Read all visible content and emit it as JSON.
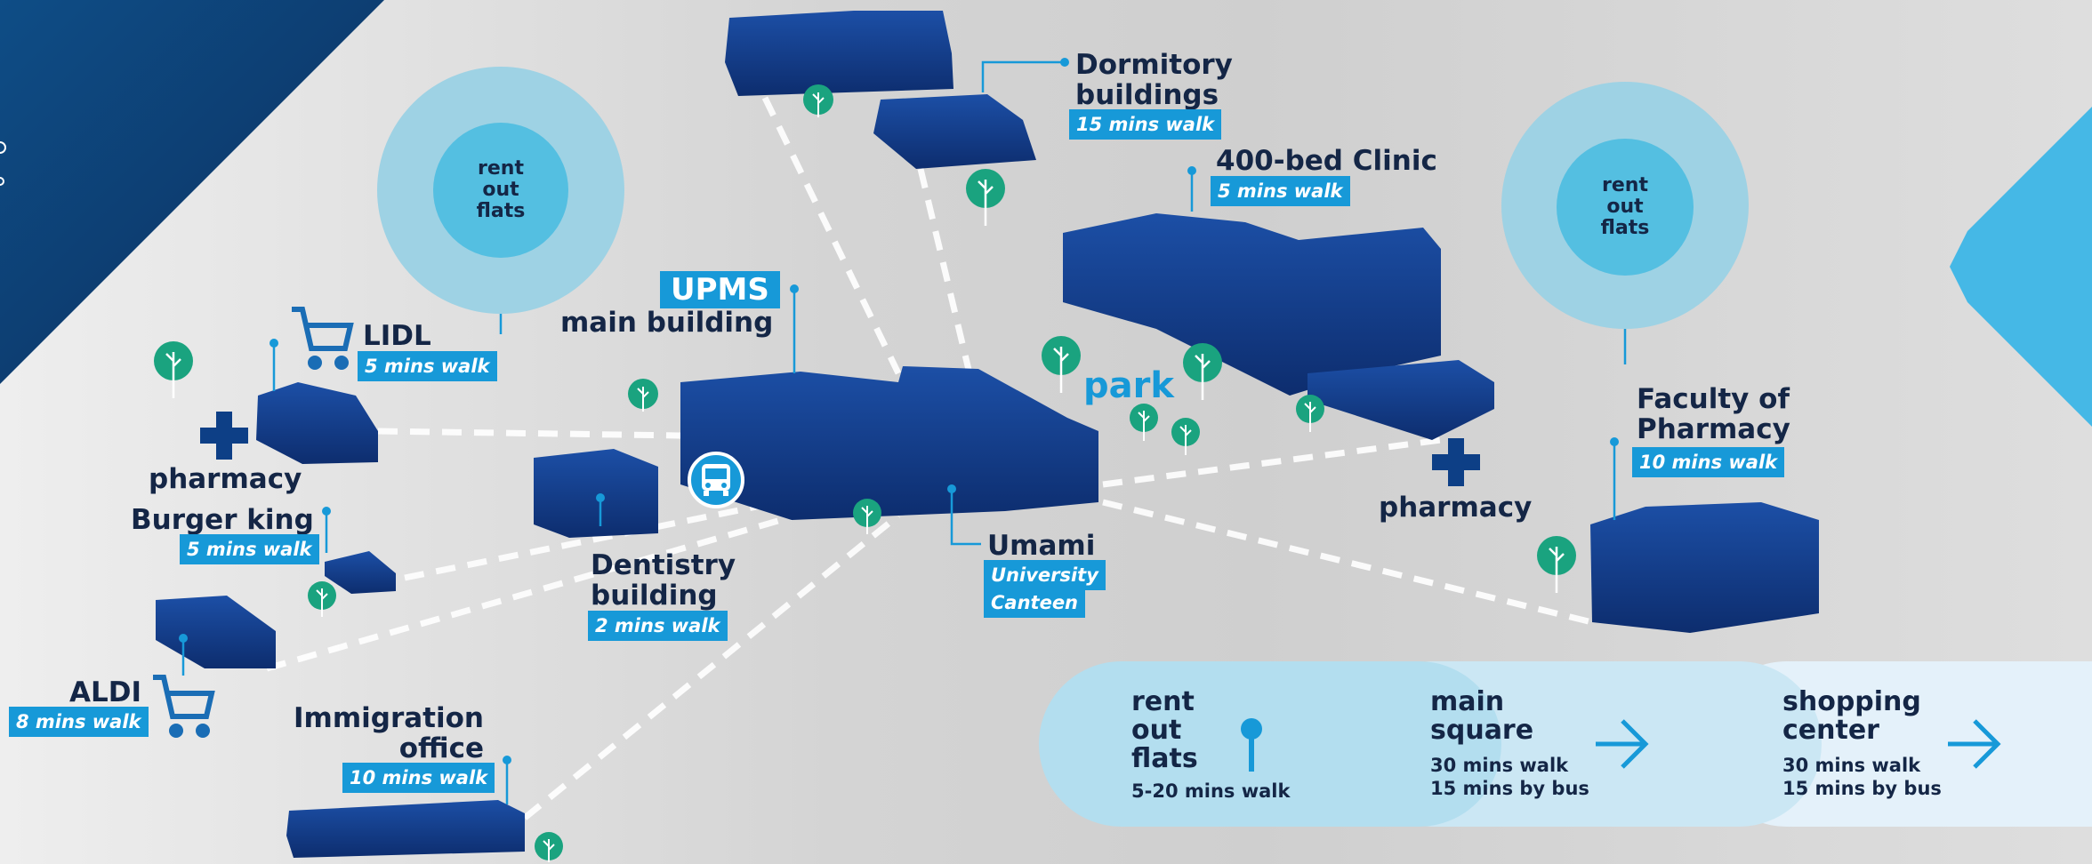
{
  "colors": {
    "navy": "#142646",
    "accent_blue": "#1799d8",
    "building_blue": "#143f8f",
    "tree_green": "#1aa37f",
    "bubble_light": "#9ed2e4",
    "bubble_dark": "#54bfe1"
  },
  "bubbles": [
    {
      "id": "left",
      "label": "rent\nout\nflats"
    },
    {
      "id": "right",
      "label": "rent\nout\nflats"
    }
  ],
  "places": {
    "dormitory": {
      "name": "Dormitory\nbuildings",
      "walk": "15 mins walk"
    },
    "clinic": {
      "name": "400-bed Clinic",
      "walk": "5 mins walk"
    },
    "upms": {
      "badge": "UPMS",
      "name": "main building"
    },
    "lidl": {
      "name": "LIDL",
      "walk": "5 mins walk",
      "icon": "shopping-cart-icon"
    },
    "pharmacy_left": {
      "name": "pharmacy",
      "icon": "pharmacy-cross-icon"
    },
    "burger_king": {
      "name": "Burger king",
      "walk": "5 mins walk"
    },
    "aldi": {
      "name": "ALDI",
      "walk": "8 mins walk",
      "icon": "shopping-cart-icon"
    },
    "immigration": {
      "name": "Immigration\noffice",
      "walk": "10 mins walk"
    },
    "dentistry": {
      "name": "Dentistry\nbuilding",
      "walk": "2 mins walk"
    },
    "umami": {
      "name": "Umami",
      "sub1": "University",
      "sub2": "Canteen"
    },
    "park": {
      "name": "park"
    },
    "pharmacy_right": {
      "name": "pharmacy",
      "icon": "pharmacy-cross-icon"
    },
    "faculty": {
      "name": "Faculty of\nPharmacy",
      "walk": "10 mins walk"
    },
    "bus_stop": {
      "icon": "bus-icon"
    }
  },
  "bottom_panel": [
    {
      "id": "flats",
      "title": "rent\nout\nflats",
      "sub": "5-20 mins walk",
      "icon": "pin-icon"
    },
    {
      "id": "square",
      "title": "main\nsquare",
      "sub": "30 mins walk\n15 mins by bus",
      "icon": "arrow-right-icon"
    },
    {
      "id": "shopping",
      "title": "shopping\ncenter",
      "sub": "30 mins walk\n15 mins by bus",
      "icon": "arrow-right-icon"
    }
  ]
}
